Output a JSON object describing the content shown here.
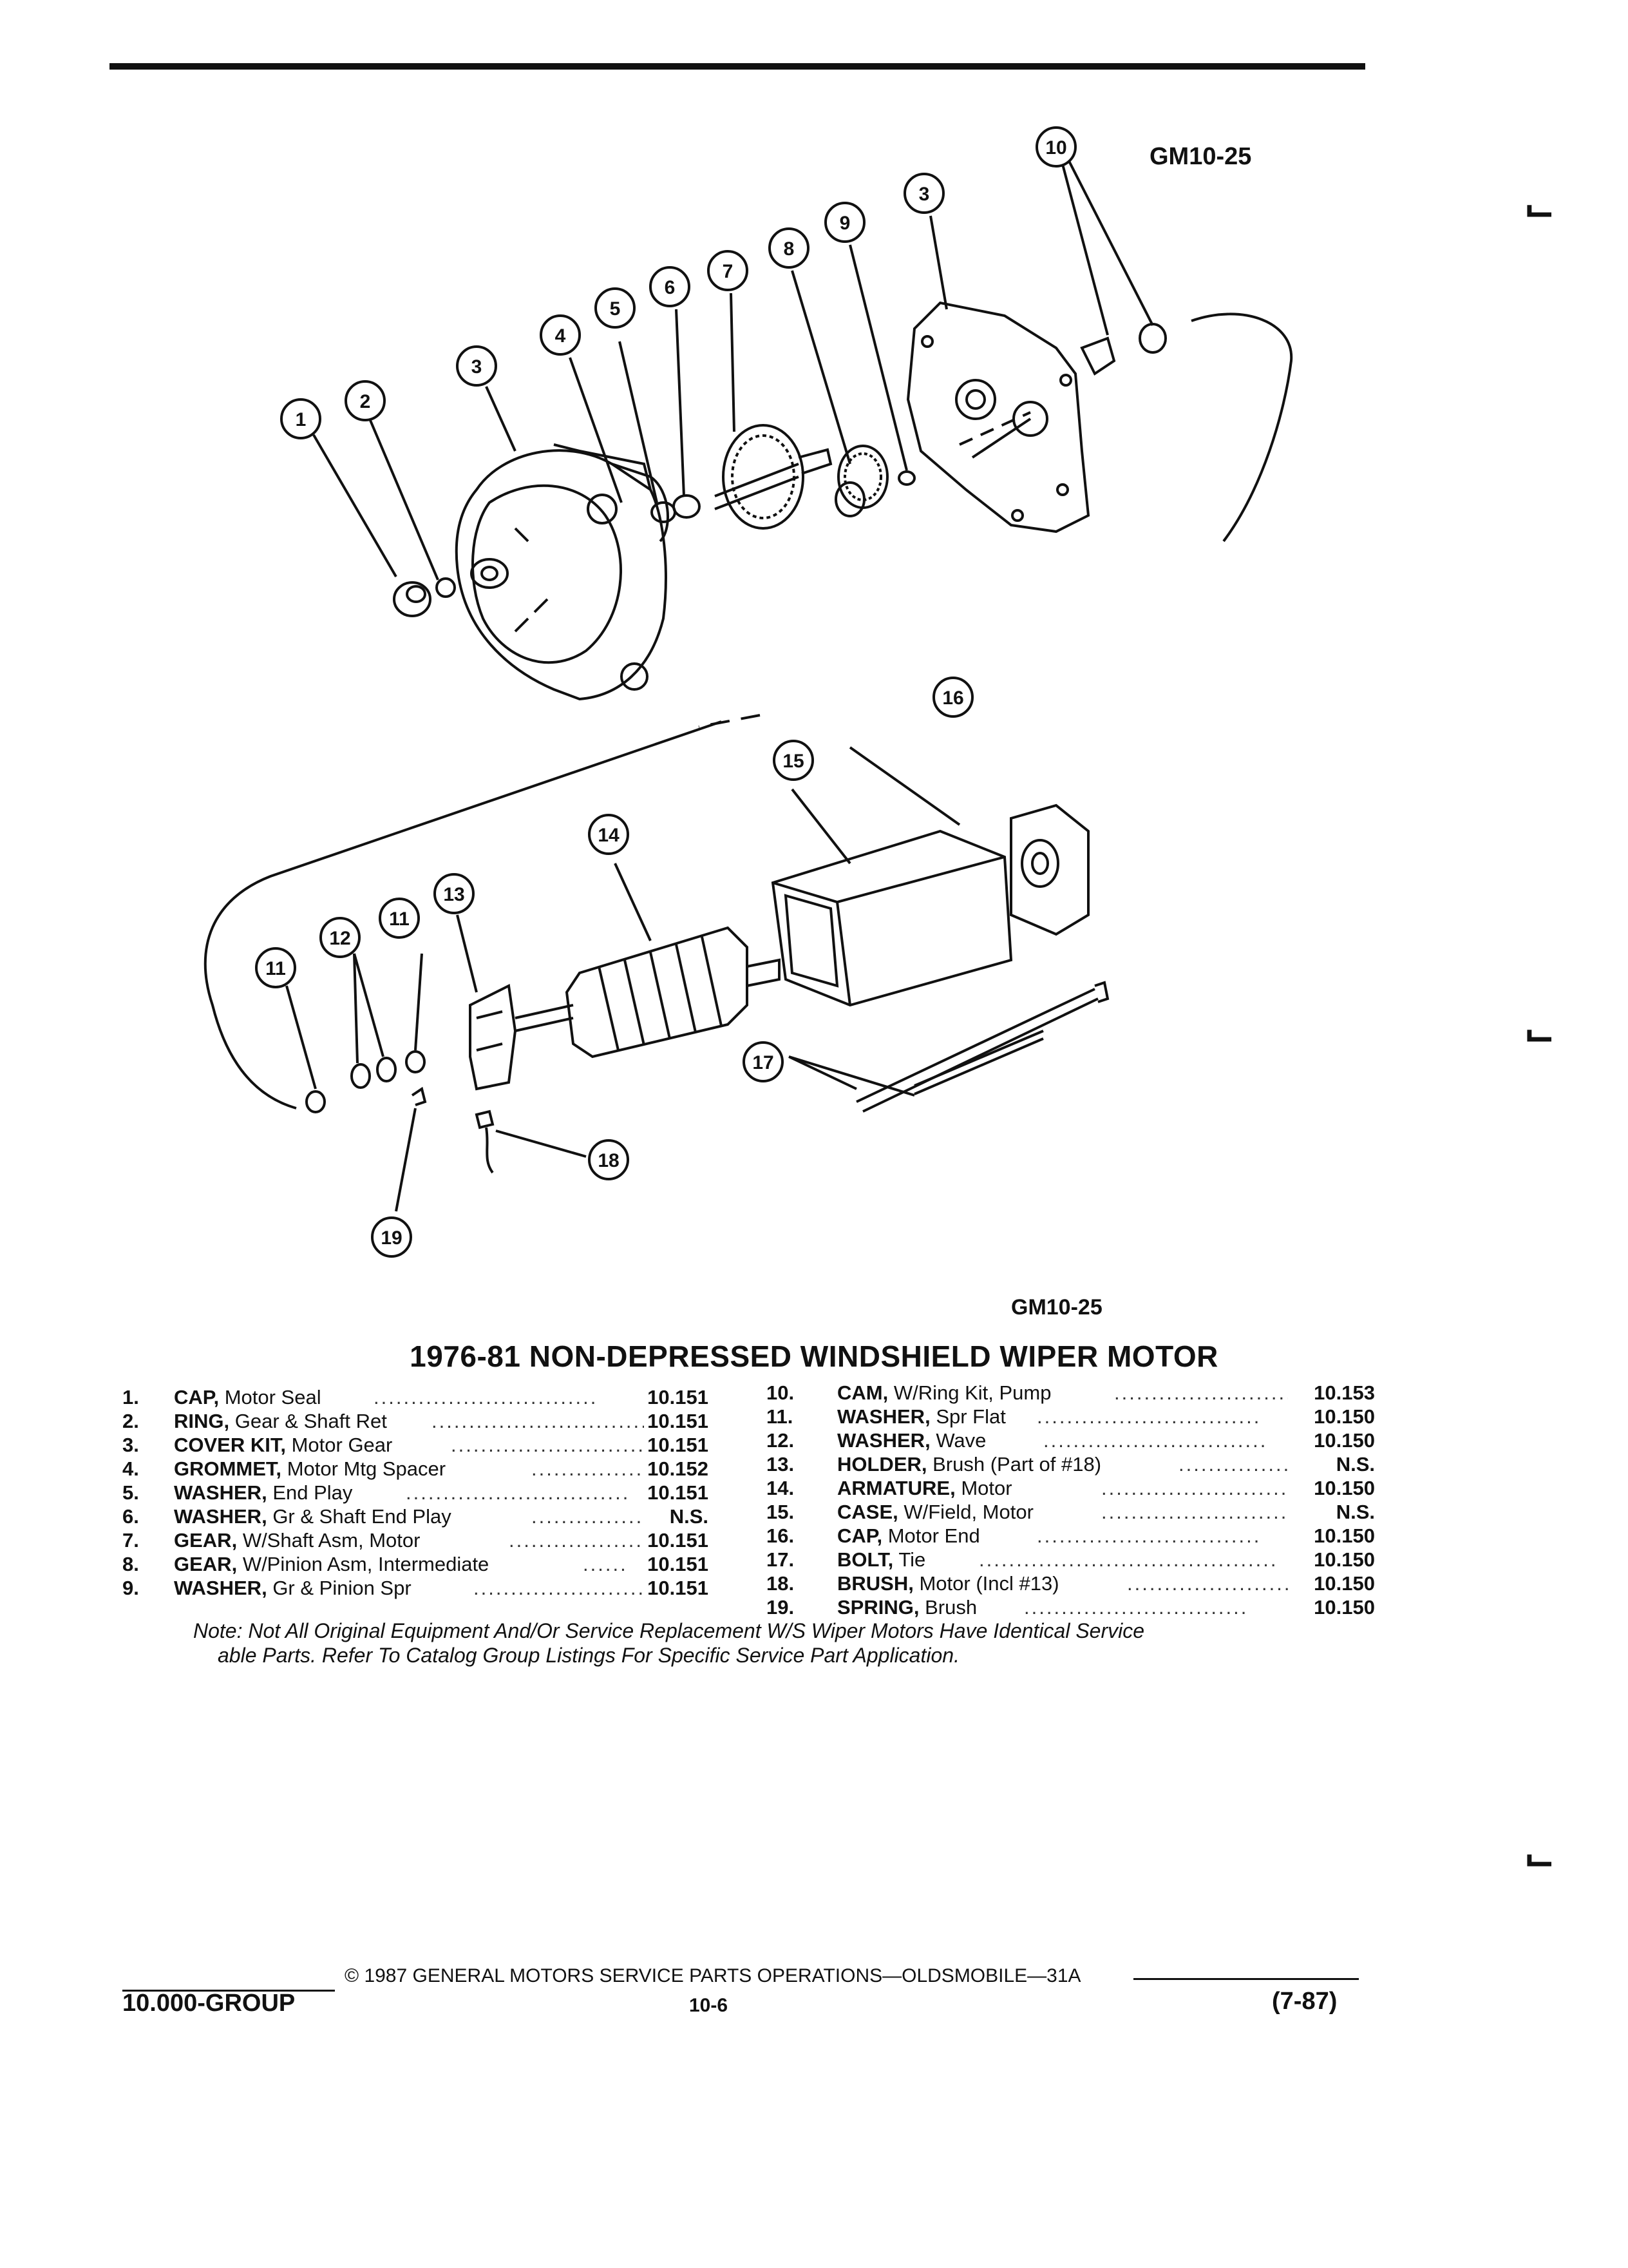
{
  "figure_code_top": "GM10-25",
  "figure_code_bottom": "GM10-25",
  "title": "1976-81 NON-DEPRESSED WINDSHIELD WIPER MOTOR",
  "callouts": [
    "1",
    "2",
    "3",
    "3",
    "4",
    "5",
    "6",
    "7",
    "8",
    "9",
    "10",
    "11",
    "11",
    "12",
    "13",
    "14",
    "15",
    "16",
    "17",
    "18",
    "19"
  ],
  "parts_left": [
    {
      "num": "1.",
      "name": "CAP,",
      "desc": "Motor Seal",
      "ref": "10.151"
    },
    {
      "num": "2.",
      "name": "RING,",
      "desc": "Gear & Shaft Ret",
      "ref": "10.151"
    },
    {
      "num": "3.",
      "name": "COVER KIT,",
      "desc": "Motor Gear",
      "ref": "10.151"
    },
    {
      "num": "4.",
      "name": "GROMMET,",
      "desc": "Motor Mtg Spacer",
      "ref": "10.152"
    },
    {
      "num": "5.",
      "name": "WASHER,",
      "desc": "End Play",
      "ref": "10.151"
    },
    {
      "num": "6.",
      "name": "WASHER,",
      "desc": "Gr & Shaft End Play",
      "ref": "N.S."
    },
    {
      "num": "7.",
      "name": "GEAR,",
      "desc": "W/Shaft Asm, Motor",
      "ref": "10.151"
    },
    {
      "num": "8.",
      "name": "GEAR,",
      "desc": "W/Pinion Asm, Intermediate",
      "ref": "10.151"
    },
    {
      "num": "9.",
      "name": "WASHER,",
      "desc": "Gr & Pinion Spr",
      "ref": "10.151"
    }
  ],
  "parts_right": [
    {
      "num": "10.",
      "name": "CAM,",
      "desc": "W/Ring Kit, Pump",
      "ref": "10.153"
    },
    {
      "num": "11.",
      "name": "WASHER,",
      "desc": "Spr Flat",
      "ref": "10.150"
    },
    {
      "num": "12.",
      "name": "WASHER,",
      "desc": "Wave",
      "ref": "10.150"
    },
    {
      "num": "13.",
      "name": "HOLDER,",
      "desc": "Brush (Part of #18)",
      "ref": "N.S."
    },
    {
      "num": "14.",
      "name": "ARMATURE,",
      "desc": "Motor",
      "ref": "10.150"
    },
    {
      "num": "15.",
      "name": "CASE,",
      "desc": "W/Field, Motor",
      "ref": "N.S."
    },
    {
      "num": "16.",
      "name": "CAP,",
      "desc": "Motor End",
      "ref": "10.150"
    },
    {
      "num": "17.",
      "name": "BOLT,",
      "desc": "Tie",
      "ref": "10.150"
    },
    {
      "num": "18.",
      "name": "BRUSH,",
      "desc": "Motor (Incl #13)",
      "ref": "10.150"
    },
    {
      "num": "19.",
      "name": "SPRING,",
      "desc": "Brush",
      "ref": "10.150"
    }
  ],
  "note_line1": "Note: Not All Original Equipment And/Or Service Replacement W/S Wiper Motors Have Identical Service",
  "note_line2": "able Parts. Refer To Catalog Group Listings For Specific Service Part Application.",
  "footer_copyright": "© 1987 GENERAL MOTORS SERVICE PARTS OPERATIONS—OLDSMOBILE—31A",
  "footer_group": "10.000-GROUP",
  "footer_page": "10-6",
  "footer_date": "(7-87)"
}
